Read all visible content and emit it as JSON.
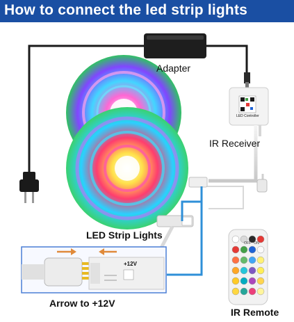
{
  "title": "How to connect the led  strip lights",
  "labels": {
    "adapter": "Adapter",
    "ir_receiver": "IR Receiver",
    "led_strip_lights": "LED Strip Lights",
    "arrow_note": "Arrow to +12V",
    "ir_remote": "IR Remote",
    "plus12v": "+12V",
    "controller_text": "LED Controller"
  },
  "remote_button_text": {
    "off": "OFF",
    "on": "ON"
  },
  "colors": {
    "header_bg": "#1a4fa3",
    "header_text": "#ffffff",
    "connector_blue": "#2e8fd8",
    "arrow_orange": "#e08a3a",
    "inset_border": "#4a7fd6",
    "cable": "#1a1a1a",
    "remote_body": "#f2f2f2"
  },
  "remote_grid_colors": [
    "#ffffff",
    "#d9d9d9",
    "#2a2a2a",
    "#e53935",
    "#e53935",
    "#43a047",
    "#1e63d6",
    "#fafafa",
    "#ff7043",
    "#66bb6a",
    "#42a5f5",
    "#fff176",
    "#ffa726",
    "#26c6da",
    "#7e57c2",
    "#ffee58",
    "#ffca28",
    "#00acc1",
    "#ab47bc",
    "#ffd54f",
    "#ffd740",
    "#26a69a",
    "#ec407a",
    "#fff59d"
  ]
}
